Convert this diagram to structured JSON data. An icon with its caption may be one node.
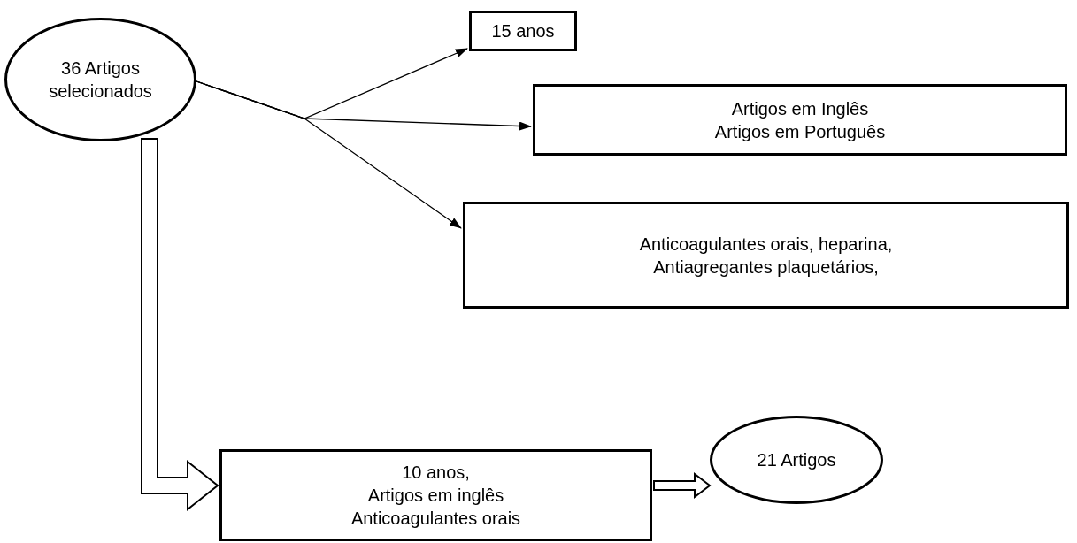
{
  "diagram": {
    "nodes": [
      {
        "text": [
          "36 Artigos selecionados"
        ]
      },
      {
        "text": [
          "15 anos"
        ]
      },
      {
        "text": [
          "Artigos em Inglês",
          "Artigos em Português"
        ]
      },
      {
        "text": [
          "Anticoagulantes orais, heparina, Antiagregantes plaquetários,"
        ]
      },
      {
        "text": [
          "10 anos,",
          "Artigos em inglês",
          "Anticoagulantes orais"
        ]
      },
      {
        "text": [
          "21 Artigos"
        ]
      }
    ],
    "edges": [
      {
        "from": 0,
        "to": 1,
        "arrow": "to"
      },
      {
        "from": 0,
        "to": 2,
        "arrow": "to"
      },
      {
        "from": 0,
        "to": 3,
        "arrow": "to"
      },
      {
        "from": 0,
        "to": 4,
        "arrow": "to",
        "style": "thick"
      },
      {
        "from": 4,
        "to": 5,
        "arrow": "to",
        "style": "thick"
      }
    ]
  }
}
